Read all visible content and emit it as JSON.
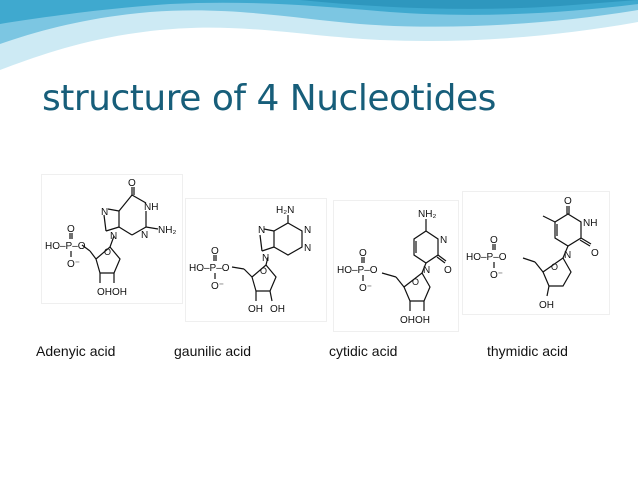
{
  "slide": {
    "title": "structure of 4 Nucleotides",
    "theme_colors": {
      "title": "#175e7a",
      "banner_dark": "#3fa9cf",
      "banner_light": "#cdeaf4"
    }
  },
  "structures": [
    {
      "name": "Adenyic acid",
      "labels": {
        "carbonyl_o": "O",
        "nh": "NH",
        "nh2": "NH₂",
        "n7": "N",
        "n3": "N",
        "n9": "N",
        "phos": "HO–P–O",
        "p_oxo": "O",
        "p_minus": "O⁻",
        "ring_o": "O",
        "diol": "OHOH"
      }
    },
    {
      "name": "gaunilic acid",
      "labels": {
        "h2n": "H₂N",
        "n1": "N",
        "n3": "N",
        "n7": "N",
        "n9": "N",
        "phos": "HO–P–O",
        "p_oxo": "O",
        "p_minus": "O⁻",
        "ring_o": "O",
        "oh1": "OH",
        "oh2": "OH"
      }
    },
    {
      "name": "cytidic acid",
      "labels": {
        "nh2": "NH₂",
        "n3": "N",
        "n1": "N",
        "c_o": "O",
        "phos": "HO–P–O",
        "p_oxo": "O",
        "p_minus": "O⁻",
        "ring_o": "O",
        "diol": "OHOH"
      }
    },
    {
      "name": "thymidic acid",
      "labels": {
        "o4": "O",
        "nh": "NH",
        "n1": "N",
        "o2": "O",
        "phos": "HO–P–O",
        "p_oxo": "O",
        "p_minus": "O⁻",
        "ring_o": "O",
        "oh": "OH"
      }
    }
  ]
}
